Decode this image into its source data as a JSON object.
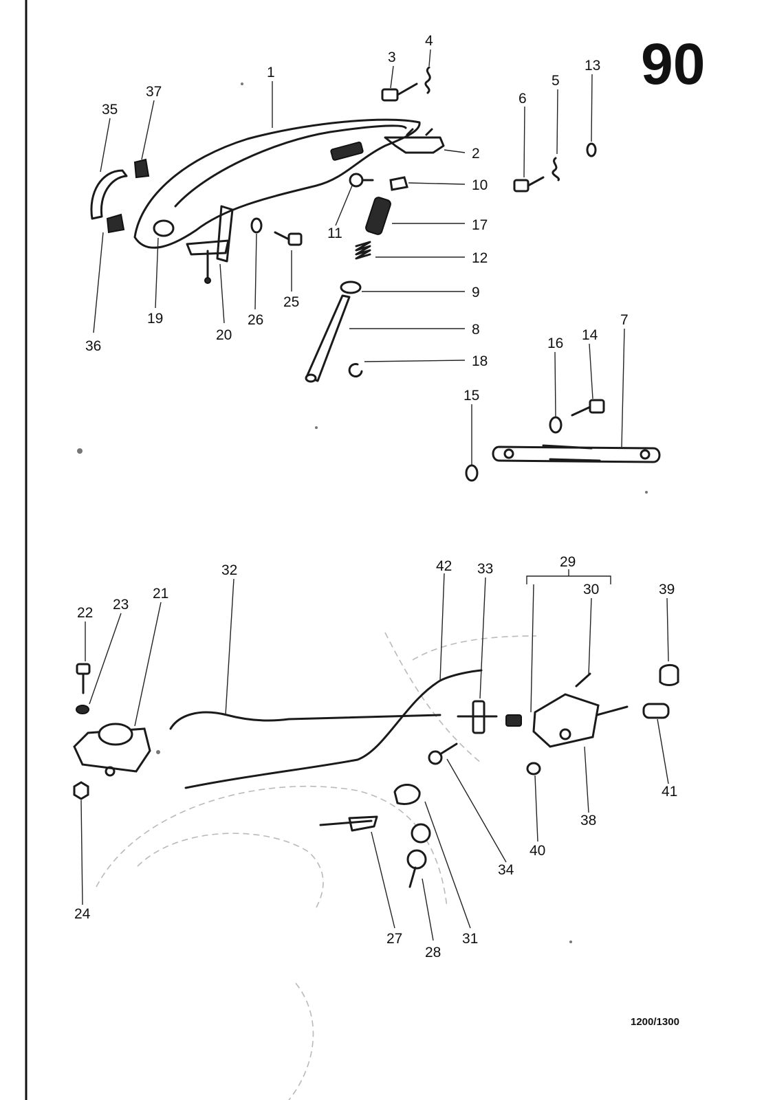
{
  "page": {
    "page_number": "90",
    "model_label": "1200/1300"
  },
  "callouts": {
    "n1": "1",
    "n2": "2",
    "n3": "3",
    "n4": "4",
    "n5": "5",
    "n6": "6",
    "n7": "7",
    "n8": "8",
    "n9": "9",
    "n10": "10",
    "n11": "11",
    "n12": "12",
    "n13": "13",
    "n14": "14",
    "n15": "15",
    "n16": "16",
    "n17": "17",
    "n18": "18",
    "n19": "19",
    "n20": "20",
    "n21": "21",
    "n22": "22",
    "n23": "23",
    "n24": "24",
    "n25": "25",
    "n26": "26",
    "n27": "27",
    "n28": "28",
    "n29": "29",
    "n30": "30",
    "n31": "31",
    "n32": "32",
    "n33": "33",
    "n34": "34",
    "n35": "35",
    "n36": "36",
    "n37": "37",
    "n38": "38",
    "n39": "39",
    "n40": "40",
    "n41": "41",
    "n42": "42"
  }
}
